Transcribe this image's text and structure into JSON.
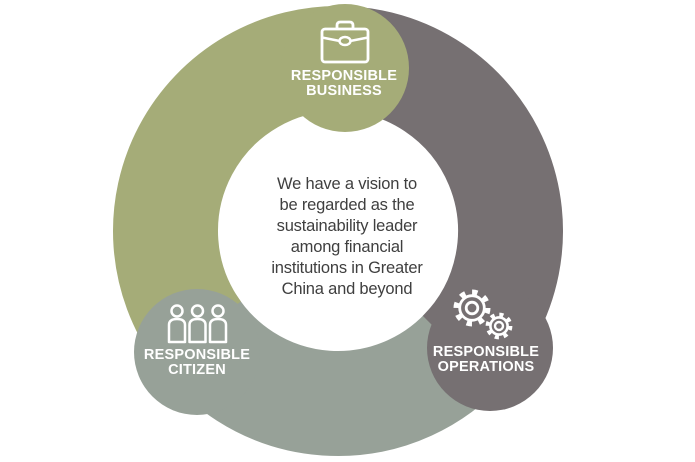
{
  "diagram": {
    "title": "sustainability-vision-ring",
    "colors": {
      "business": "#a5ac78",
      "operations": "#767072",
      "citizen": "#97a198",
      "icon": "#ffffff",
      "label_text": "#ffffff",
      "center_text": "#3f3f3f",
      "background": "#ffffff"
    },
    "hubs": {
      "business": {
        "line1": "RESPONSIBLE",
        "line2": "BUSINESS",
        "icon": "briefcase-icon"
      },
      "operations": {
        "line1": "RESPONSIBLE",
        "line2": "OPERATIONS",
        "icon": "gears-icon"
      },
      "citizen": {
        "line1": "RESPONSIBLE",
        "line2": "CITIZEN",
        "icon": "people-icon"
      }
    },
    "vision": {
      "lines": [
        "We have a vision to",
        "be regarded as the",
        "sustainability leader",
        "among financial",
        "institutions in Greater",
        "China and beyond"
      ]
    }
  }
}
